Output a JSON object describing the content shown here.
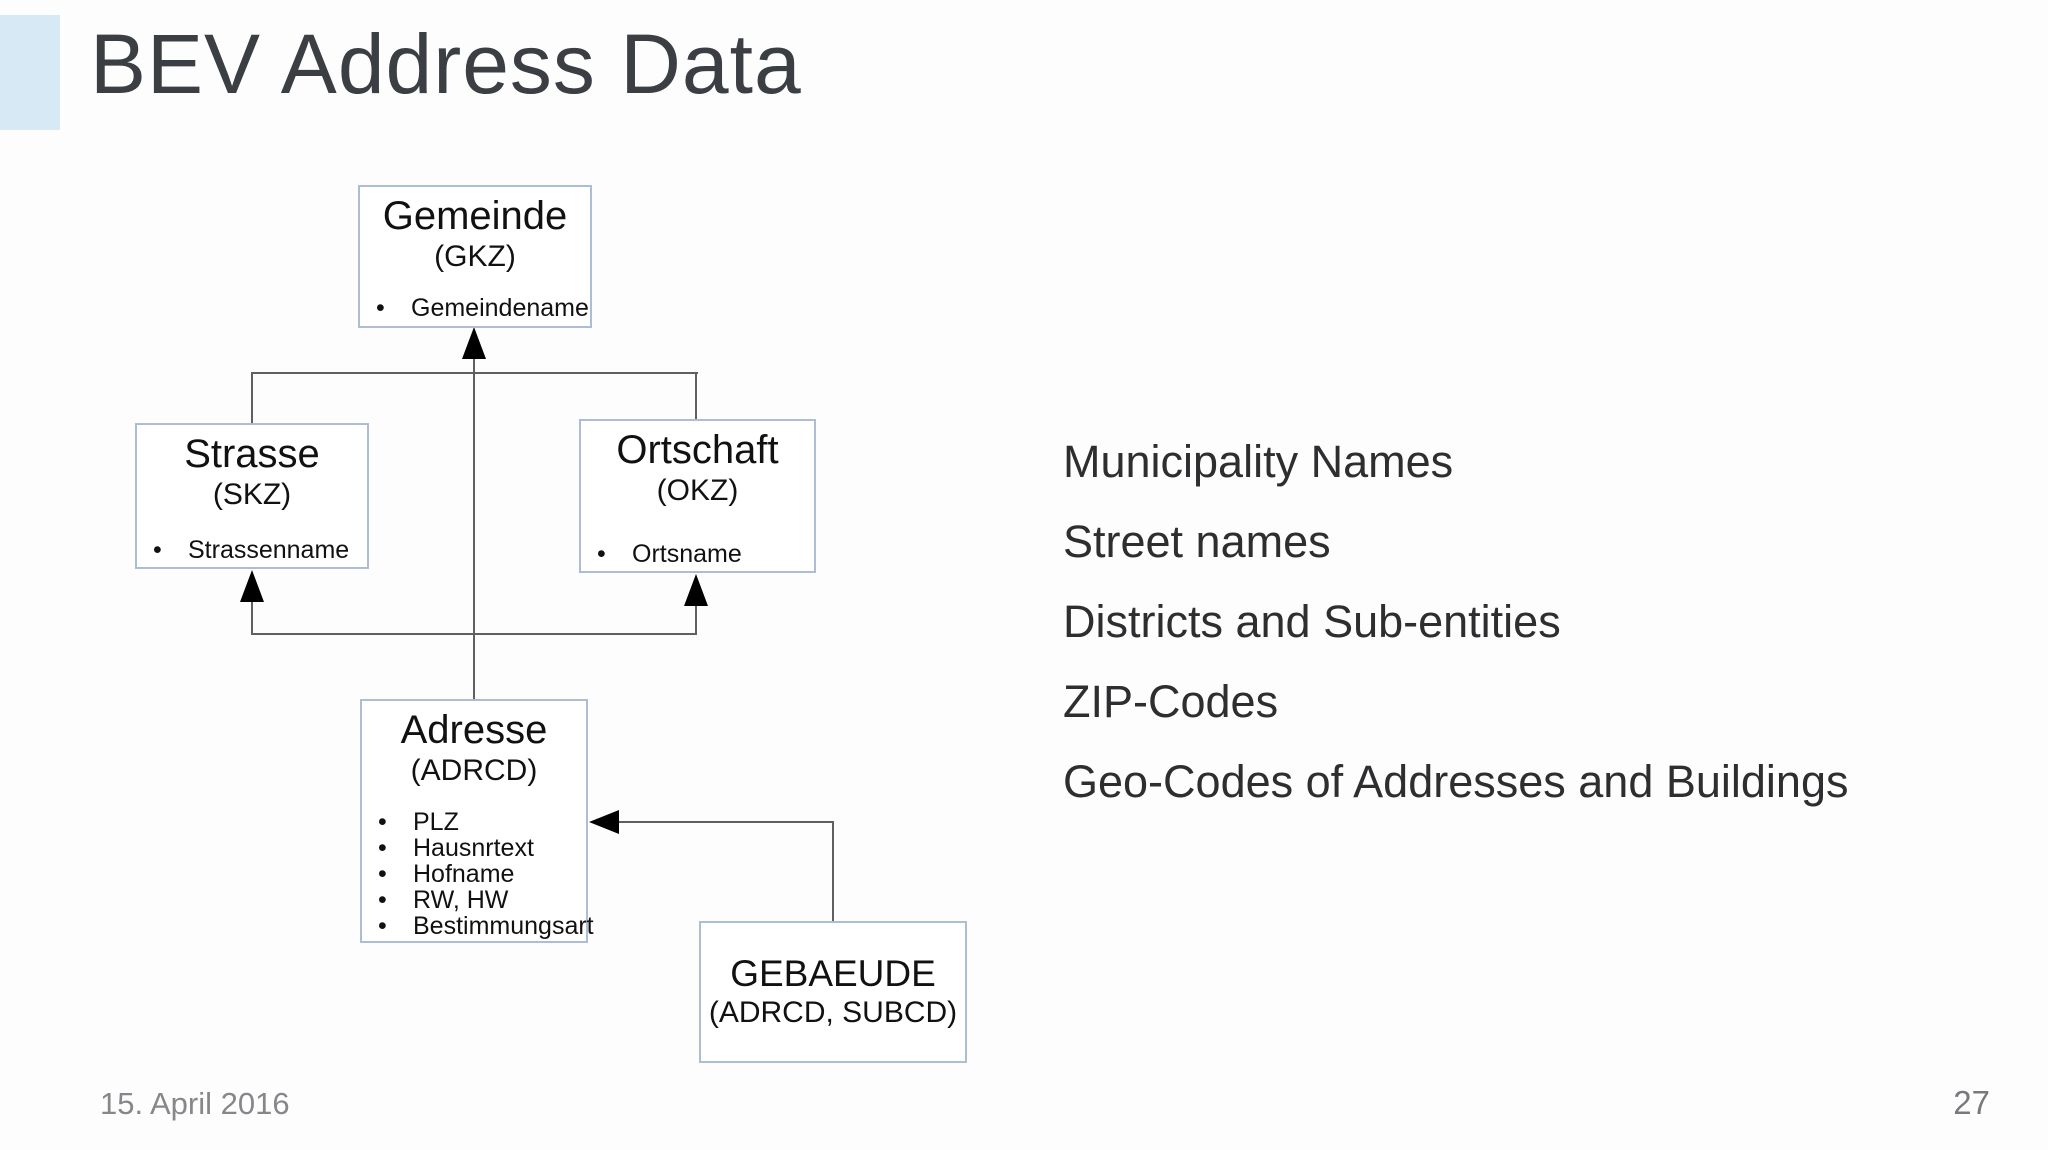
{
  "slide": {
    "title": "BEV Address Data",
    "footer": {
      "date": "15. April 2016",
      "page_number": "27"
    },
    "colors": {
      "accent": "#d8e9f6",
      "entity_border": "#aebdd4",
      "connector": "#606060",
      "arrowhead": "#000000",
      "title_text": "#3b3e43",
      "footer_text": "#85878a"
    }
  },
  "diagram": {
    "entities": {
      "gemeinde": {
        "title": "Gemeinde",
        "subtitle": "(GKZ)",
        "bullets": [
          "Gemeindename"
        ]
      },
      "strasse": {
        "title": "Strasse",
        "subtitle": "(SKZ)",
        "bullets": [
          "Strassenname"
        ]
      },
      "ortschaft": {
        "title": "Ortschaft",
        "subtitle": "(OKZ)",
        "bullets": [
          "Ortsname"
        ]
      },
      "adresse": {
        "title": "Adresse",
        "subtitle": "(ADRCD)",
        "bullets": [
          "PLZ",
          "Hausnrtext",
          "Hofname",
          "RW, HW",
          "Bestimmungsart"
        ]
      },
      "gebaeude": {
        "title": "GEBAEUDE",
        "subtitle": "(ADRCD, SUBCD)",
        "bullets": []
      }
    },
    "relations": [
      "Strasse -> Gemeinde",
      "Ortschaft -> Gemeinde",
      "Adresse -> Gemeinde",
      "Adresse -> Strasse",
      "Adresse -> Ortschaft",
      "GEBAEUDE -> Adresse"
    ]
  },
  "summary": {
    "items": [
      "Municipality Names",
      "Street names",
      "Districts and Sub-entities",
      "ZIP-Codes",
      "Geo-Codes of Addresses and Buildings"
    ]
  }
}
